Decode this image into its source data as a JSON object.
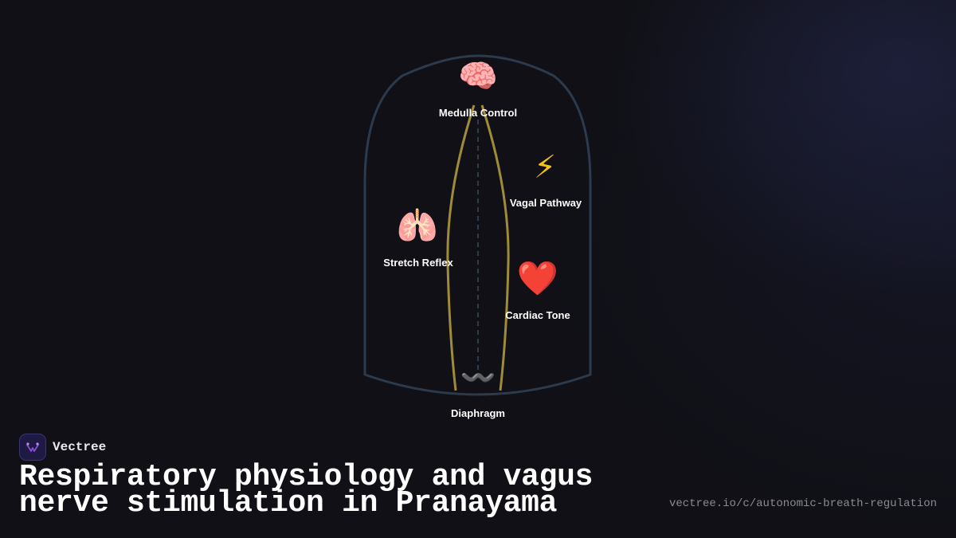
{
  "diagram": {
    "nodes": [
      {
        "id": "medulla",
        "icon": "🧠",
        "icon_name": "brain-icon",
        "label": "Medulla Control"
      },
      {
        "id": "vagal",
        "icon": "⚡",
        "icon_name": "lightning-icon",
        "label": "Vagal Pathway"
      },
      {
        "id": "stretch",
        "icon": "🫁",
        "icon_name": "lungs-icon",
        "label": "Stretch Reflex"
      },
      {
        "id": "cardiac",
        "icon": "❤️",
        "icon_name": "heart-icon",
        "label": "Cardiac Tone"
      },
      {
        "id": "diaphragm",
        "icon": "〰️",
        "icon_name": "wave-icon",
        "label": "Diaphragm"
      }
    ],
    "colors": {
      "outline": "#2c3a4c",
      "nerve": "#a08c38",
      "midline": "#3a4a5c"
    }
  },
  "brand": {
    "name": "Vectree",
    "logo_color": "#8a4fd8"
  },
  "title": "Respiratory physiology and vagus nerve stimulation in Pranayama",
  "url": "vectree.io/c/autonomic-breath-regulation"
}
